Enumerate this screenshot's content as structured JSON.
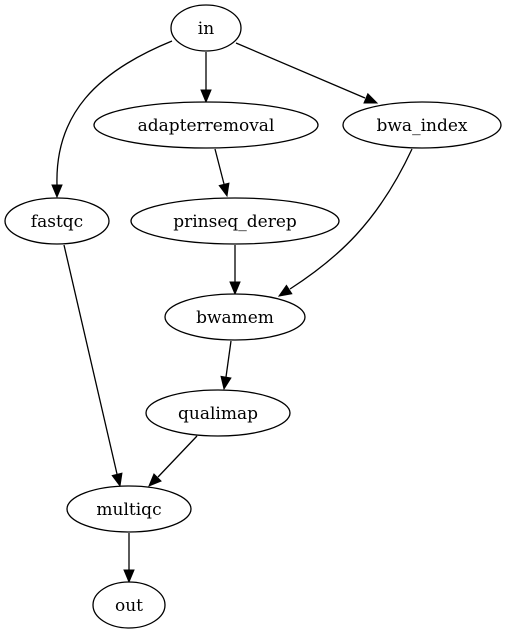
{
  "graph": {
    "nodes": [
      {
        "id": "in",
        "label": "in"
      },
      {
        "id": "adapterremoval",
        "label": "adapterremoval"
      },
      {
        "id": "bwa_index",
        "label": "bwa_index"
      },
      {
        "id": "fastqc",
        "label": "fastqc"
      },
      {
        "id": "prinseq_derep",
        "label": "prinseq_derep"
      },
      {
        "id": "bwamem",
        "label": "bwamem"
      },
      {
        "id": "qualimap",
        "label": "qualimap"
      },
      {
        "id": "multiqc",
        "label": "multiqc"
      },
      {
        "id": "out",
        "label": "out"
      }
    ],
    "edges": [
      {
        "from": "in",
        "to": "fastqc"
      },
      {
        "from": "in",
        "to": "adapterremoval"
      },
      {
        "from": "in",
        "to": "bwa_index"
      },
      {
        "from": "adapterremoval",
        "to": "prinseq_derep"
      },
      {
        "from": "bwa_index",
        "to": "bwamem"
      },
      {
        "from": "prinseq_derep",
        "to": "bwamem"
      },
      {
        "from": "fastqc",
        "to": "multiqc"
      },
      {
        "from": "bwamem",
        "to": "qualimap"
      },
      {
        "from": "qualimap",
        "to": "multiqc"
      },
      {
        "from": "multiqc",
        "to": "out"
      }
    ]
  }
}
